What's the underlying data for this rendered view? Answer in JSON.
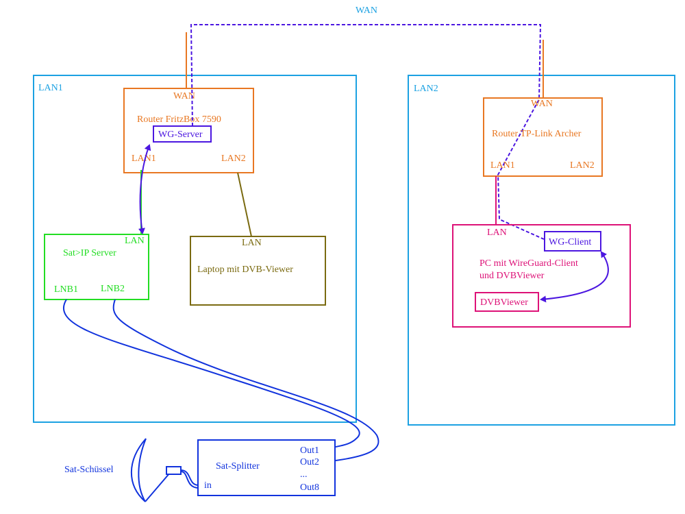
{
  "colors": {
    "lan_zone": "#1ba1e2",
    "router": "#e87722",
    "wireguard": "#4b16e0",
    "green": "#22dd22",
    "olive": "#7a6a10",
    "pink": "#dd1177",
    "blue": "#1133dd"
  },
  "wan_label": "WAN",
  "zones": {
    "lan1": "LAN1",
    "lan2": "LAN2"
  },
  "router1": {
    "title": "Router FritzBox 7590",
    "wan": "WAN",
    "lan1": "LAN1",
    "lan2": "LAN2",
    "wg_server": "WG-Server"
  },
  "router2": {
    "title": "Router TP-Link Archer",
    "wan": "WAN",
    "lan1": "LAN1",
    "lan2": "LAN2"
  },
  "satip": {
    "title": "Sat>IP Server",
    "lan": "LAN",
    "lnb1": "LNB1",
    "lnb2": "LNB2"
  },
  "laptop": {
    "title": "Laptop mit DVB-Viewer",
    "lan": "LAN"
  },
  "pc": {
    "title_line1": "PC mit WireGuard-Client",
    "title_line2": "und DVBViewer",
    "lan": "LAN",
    "wg_client": "WG-Client",
    "dvbviewer": "DVBViewer"
  },
  "splitter": {
    "title": "Sat-Splitter",
    "in": "in",
    "out1": "Out1",
    "out2": "Out2",
    "dots": "...",
    "out8": "Out8"
  },
  "dish": {
    "label": "Sat-Schüssel"
  }
}
